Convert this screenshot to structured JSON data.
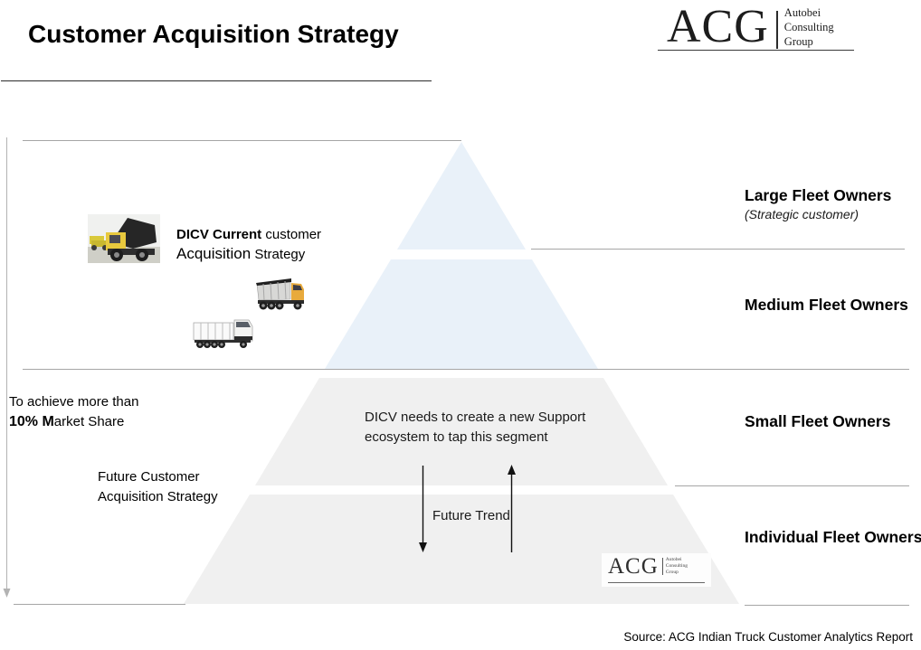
{
  "header": {
    "title": "Customer Acquisition Strategy"
  },
  "logo": {
    "acronym": "ACG",
    "line1": "Autobei",
    "line2": "Consulting",
    "line3": "Group"
  },
  "current_strategy": {
    "line1_bold": "DICV Current",
    "line1_rest": " customer",
    "line2_main": "Acquisition",
    "line2_rest": " Strategy"
  },
  "goal": {
    "line1": "To achieve more than",
    "line2_bold": "10% M",
    "line2_rest": "arket Share"
  },
  "future_strategy": {
    "line1": "Future Customer",
    "line2": "Acquisition Strategy"
  },
  "pyramid": {
    "tiers": [
      {
        "label": "Large Fleet Owners",
        "sublabel": "(Strategic customer)",
        "color": "#e9f1f9"
      },
      {
        "label": "Medium Fleet Owners",
        "color": "#e9f1f9"
      },
      {
        "label": "Small Fleet Owners",
        "color": "#f0f0f0"
      },
      {
        "label": "Individual Fleet Owners",
        "color": "#f0f0f0"
      }
    ],
    "annotation_line1": "DICV needs to create a new Support",
    "annotation_line2": "ecosystem to tap this segment",
    "future_trend_label": "Future Trend"
  },
  "images": {
    "truck1": "mining-dump-truck-photo",
    "truck2": "yellow-tipper-truck",
    "truck3": "white-rigid-truck"
  },
  "colors": {
    "tier_blue": "#e9f1f9",
    "tier_gray": "#f0f0f0",
    "divider_gray": "#a6a6a6",
    "axis_gray": "#b3b3b3"
  },
  "footer": {
    "source": "Source: ACG Indian Truck Customer Analytics Report"
  }
}
